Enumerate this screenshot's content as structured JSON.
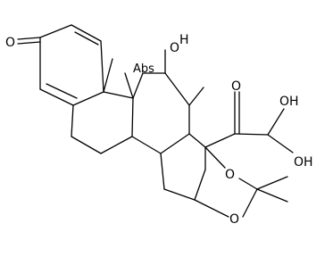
{
  "molecule": {
    "labels": {
      "oxo_ketone": "O",
      "oh_11": "O",
      "oh_11_h": "H",
      "abs_tag": "Abs",
      "side_chain_oxo": "O",
      "oh_top": "OH",
      "oh_right": "OH",
      "acetal_o_upper": "O",
      "acetal_o_lower": "O"
    },
    "colors": {
      "bond": "#000000",
      "background": "#ffffff"
    }
  }
}
